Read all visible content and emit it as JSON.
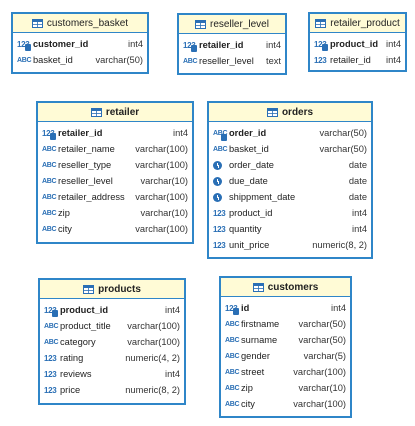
{
  "tables": {
    "customers_basket": {
      "title": "customers_basket",
      "columns": [
        {
          "icon": "123",
          "name": "customer_id",
          "type": "int4"
        },
        {
          "icon": "abc",
          "name": "basket_id",
          "type": "varchar(50)"
        }
      ]
    },
    "reseller_level": {
      "title": "reseller_level",
      "columns": [
        {
          "icon": "123",
          "name": "retailer_id",
          "type": "int4"
        },
        {
          "icon": "abc",
          "name": "reseller_level",
          "type": "text"
        }
      ]
    },
    "retailer_product": {
      "title": "retailer_product",
      "columns": [
        {
          "icon": "123",
          "name": "product_id",
          "type": "int4"
        },
        {
          "icon": "123",
          "name": "retailer_id",
          "type": "int4"
        }
      ]
    },
    "retailer": {
      "title": "retailer",
      "columns": [
        {
          "icon": "123",
          "name": "retailer_id",
          "type": "int4"
        },
        {
          "icon": "abc",
          "name": "retailer_name",
          "type": "varchar(100)"
        },
        {
          "icon": "abc",
          "name": "reseller_type",
          "type": "varchar(100)"
        },
        {
          "icon": "abc",
          "name": "reseller_level",
          "type": "varchar(10)"
        },
        {
          "icon": "abc",
          "name": "retailer_address",
          "type": "varchar(100)"
        },
        {
          "icon": "abc",
          "name": "zip",
          "type": "varchar(10)"
        },
        {
          "icon": "abc",
          "name": "city",
          "type": "varchar(100)"
        }
      ]
    },
    "orders": {
      "title": "orders",
      "columns": [
        {
          "icon": "abc",
          "name": "order_id",
          "type": "varchar(50)"
        },
        {
          "icon": "abc",
          "name": "basket_id",
          "type": "varchar(50)"
        },
        {
          "icon": "clock",
          "name": "order_date",
          "type": "date"
        },
        {
          "icon": "clock",
          "name": "due_date",
          "type": "date"
        },
        {
          "icon": "clock",
          "name": "shippment_date",
          "type": "date"
        },
        {
          "icon": "123",
          "name": "product_id",
          "type": "int4"
        },
        {
          "icon": "123",
          "name": "quantity",
          "type": "int4"
        },
        {
          "icon": "123",
          "name": "unit_price",
          "type": "numeric(8, 2)"
        }
      ]
    },
    "products": {
      "title": "products",
      "columns": [
        {
          "icon": "123",
          "name": "product_id",
          "type": "int4"
        },
        {
          "icon": "abc",
          "name": "product_title",
          "type": "varchar(100)"
        },
        {
          "icon": "abc",
          "name": "category",
          "type": "varchar(100)"
        },
        {
          "icon": "123",
          "name": "rating",
          "type": "numeric(4, 2)"
        },
        {
          "icon": "123",
          "name": "reviews",
          "type": "int4"
        },
        {
          "icon": "123",
          "name": "price",
          "type": "numeric(8, 2)"
        }
      ]
    },
    "customers": {
      "title": "customers",
      "columns": [
        {
          "icon": "123",
          "name": "id",
          "type": "int4"
        },
        {
          "icon": "abc",
          "name": "firstname",
          "type": "varchar(50)"
        },
        {
          "icon": "abc",
          "name": "surname",
          "type": "varchar(50)"
        },
        {
          "icon": "abc",
          "name": "gender",
          "type": "varchar(5)"
        },
        {
          "icon": "abc",
          "name": "street",
          "type": "varchar(100)"
        },
        {
          "icon": "abc",
          "name": "zip",
          "type": "varchar(10)"
        },
        {
          "icon": "abc",
          "name": "city",
          "type": "varchar(100)"
        }
      ]
    }
  },
  "icon_labels": {
    "numeric": "123",
    "text": "ABC"
  },
  "colors": {
    "border": "#2f86c8",
    "header_bg": "#fffbd6",
    "icon": "#2a6fb5"
  }
}
